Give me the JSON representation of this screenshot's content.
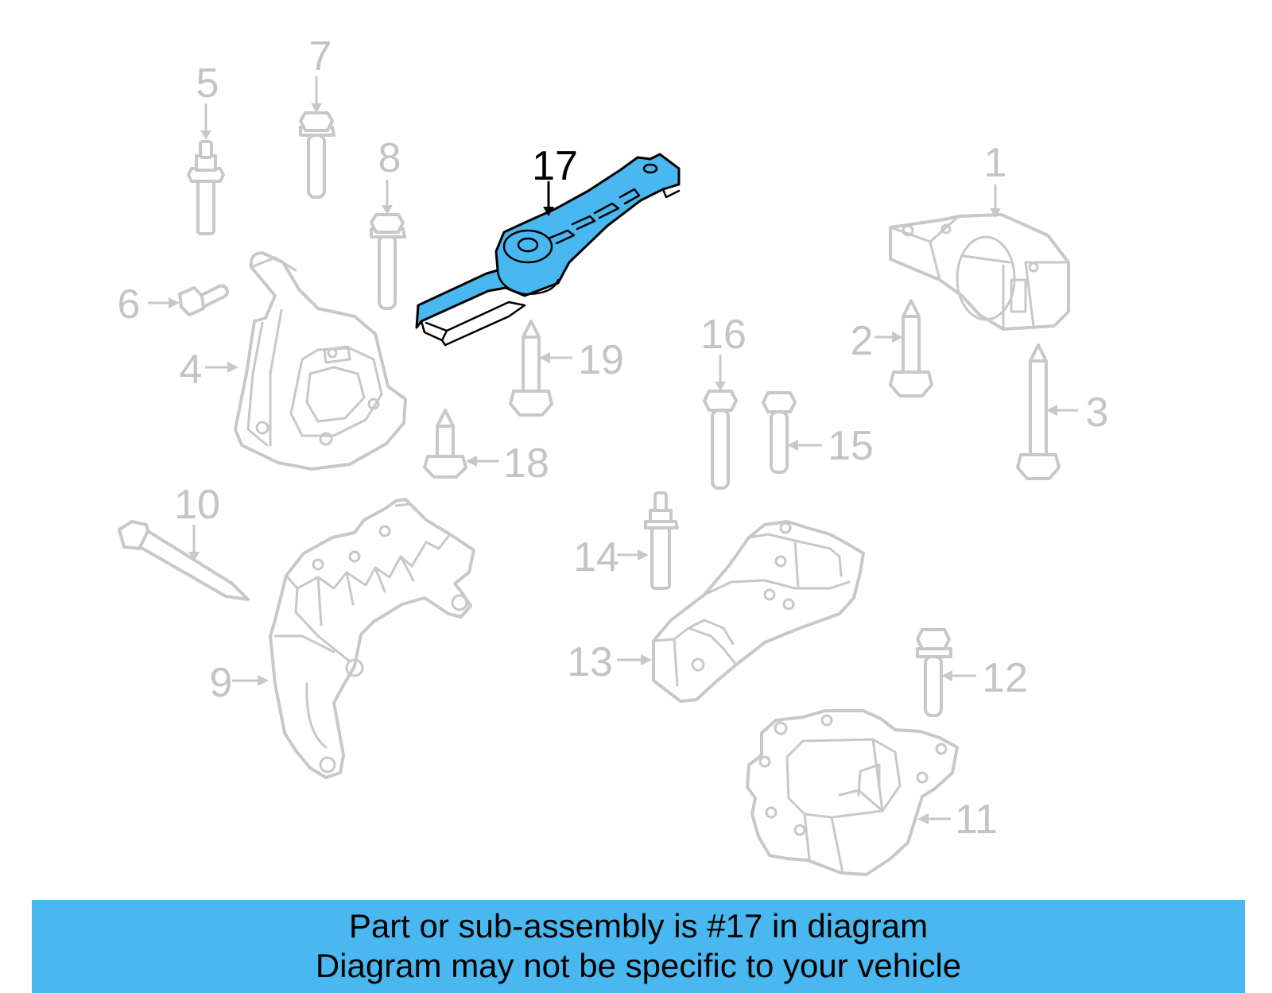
{
  "labels": {
    "l1": "1",
    "l2": "2",
    "l3": "3",
    "l4": "4",
    "l5": "5",
    "l6": "6",
    "l7": "7",
    "l8": "8",
    "l9": "9",
    "l10": "10",
    "l11": "11",
    "l12": "12",
    "l13": "13",
    "l14": "14",
    "l15": "15",
    "l16": "16",
    "l17": "17",
    "l18": "18",
    "l19": "19"
  },
  "highlight_part": "17",
  "colors": {
    "highlight": "#4ab8f0",
    "banner": "#4ab8f0",
    "line_gray": "#c8c8c8",
    "label_gray": "#c4c4c4"
  },
  "banner": {
    "line1": "Part or sub-assembly is #17 in diagram",
    "line2": "Diagram may not be specific to your vehicle"
  }
}
